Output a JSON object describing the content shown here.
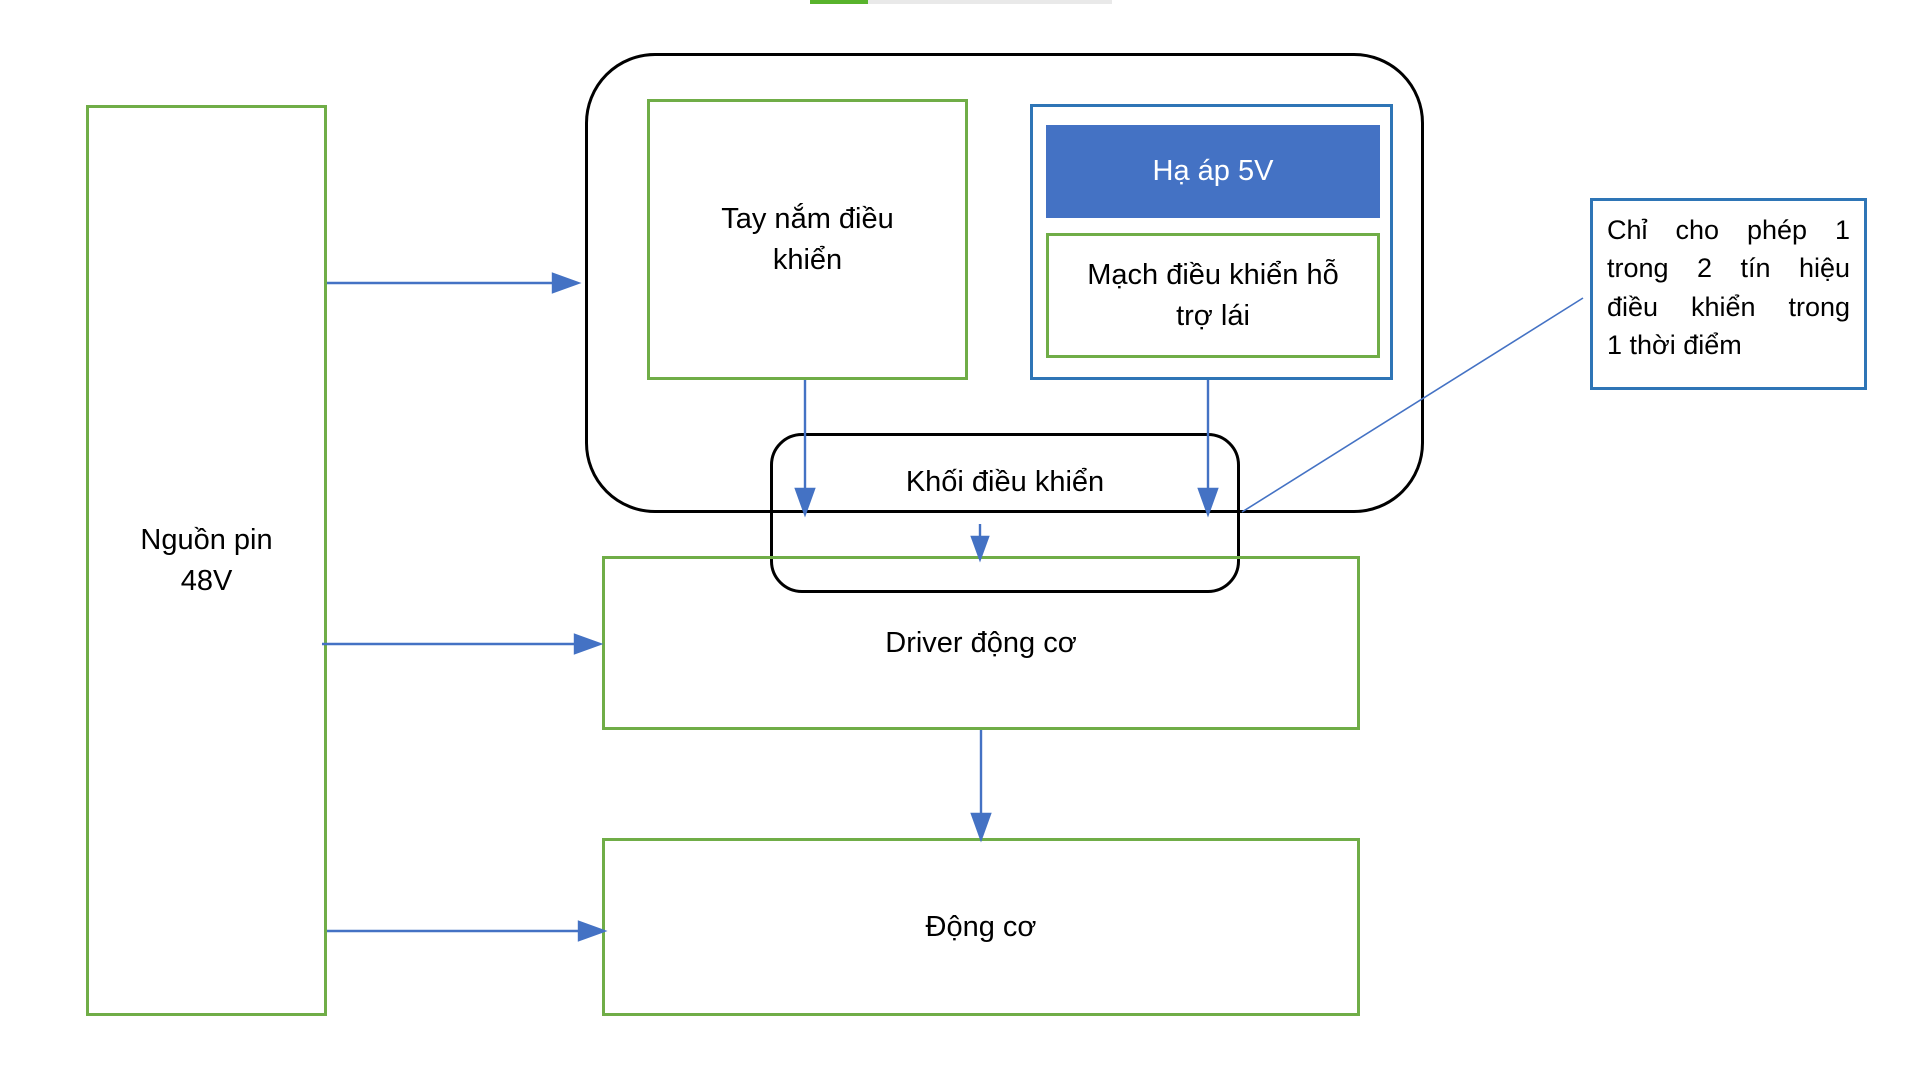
{
  "colors": {
    "green_border": "#70AD47",
    "blue_fill": "#4472C4",
    "blue_border": "#2E75B6",
    "arrow_blue": "#4472C4",
    "black_border": "#000000",
    "progress_green": "#58B32C",
    "progress_track": "#E9E9E9"
  },
  "diagram": {
    "battery": {
      "lines": [
        "Nguồn pin",
        "48V"
      ]
    },
    "handlebar": {
      "lines": [
        "Tay nắm điều",
        "khiển"
      ]
    },
    "buck": {
      "label": "Hạ áp 5V"
    },
    "assist": {
      "lines": [
        "Mạch điều khiển hỗ",
        "trợ lái"
      ]
    },
    "control": {
      "label": "Khối điều khiển"
    },
    "driver": {
      "label": "Driver động cơ"
    },
    "motor": {
      "label": "Động cơ"
    },
    "note": {
      "lines": [
        "Chỉ cho phép 1",
        "trong 2 tín hiệu",
        "điều khiển trong",
        "1 thời điểm"
      ]
    }
  }
}
